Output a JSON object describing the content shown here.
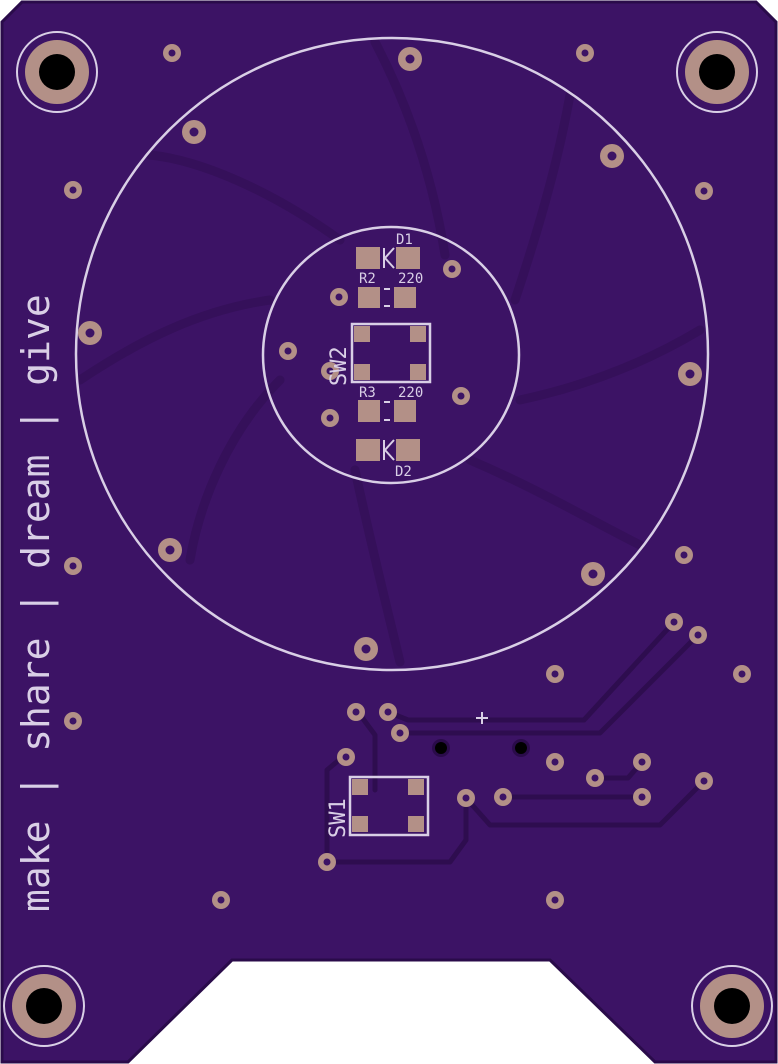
{
  "colors": {
    "board": "#3c1365",
    "board_edge": "#2a0b4a",
    "copper_pad": "#b39087",
    "drill": "#000000",
    "silkscreen": "#d9cfe6",
    "trace": "#2e0d4f",
    "background": "#ffffff"
  },
  "slogan": "make | share | dream | give",
  "components": {
    "d1": "D1",
    "d2": "D2",
    "r2": "R2",
    "r2_value": "220",
    "r3": "R3",
    "r3_value": "220",
    "sw1": "SW1",
    "sw2": "SW2"
  },
  "icons": {
    "mounting_hole": "mounting-hole-icon",
    "via": "via-icon",
    "diode": "diode-icon",
    "crosshair": "crosshair-icon"
  }
}
